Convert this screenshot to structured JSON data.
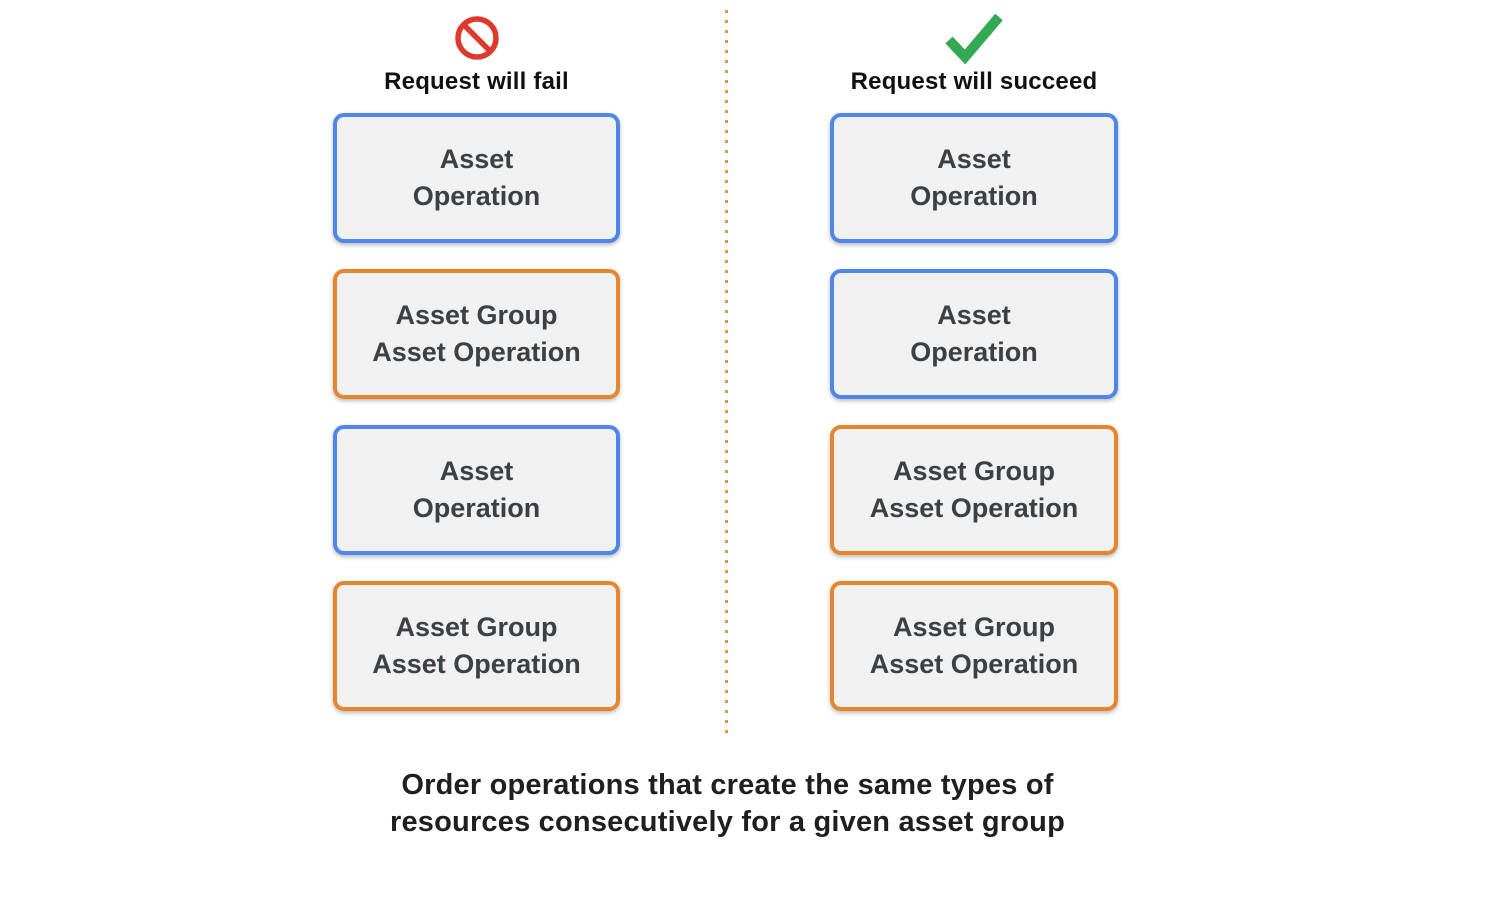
{
  "caption": "Order operations that create the same types of\nresources consecutively for a given asset group",
  "colors": {
    "asset_operation_border": "#4e86ec",
    "asset_group_asset_operation_border": "#e5862d",
    "box_fill": "#f1f1f2",
    "box_text": "#3c4043",
    "fail_icon_red": "#df392e",
    "succeed_icon_green": "#34a853",
    "divider_orange": "#e9953d",
    "heading_text": "#111111",
    "caption_text": "#1f1f1f"
  },
  "columns": [
    {
      "id": "fail",
      "header": "Request will fail",
      "icon": "prohibition-icon",
      "boxes": [
        {
          "label": "Asset\nOperation",
          "type": "asset-operation"
        },
        {
          "label": "Asset Group\nAsset Operation",
          "type": "asset-group-asset-operation"
        },
        {
          "label": "Asset\nOperation",
          "type": "asset-operation"
        },
        {
          "label": "Asset Group\nAsset Operation",
          "type": "asset-group-asset-operation"
        }
      ]
    },
    {
      "id": "succeed",
      "header": "Request will succeed",
      "icon": "checkmark-icon",
      "boxes": [
        {
          "label": "Asset\nOperation",
          "type": "asset-operation"
        },
        {
          "label": "Asset\nOperation",
          "type": "asset-operation"
        },
        {
          "label": "Asset Group\nAsset Operation",
          "type": "asset-group-asset-operation"
        },
        {
          "label": "Asset Group\nAsset Operation",
          "type": "asset-group-asset-operation"
        }
      ]
    }
  ]
}
